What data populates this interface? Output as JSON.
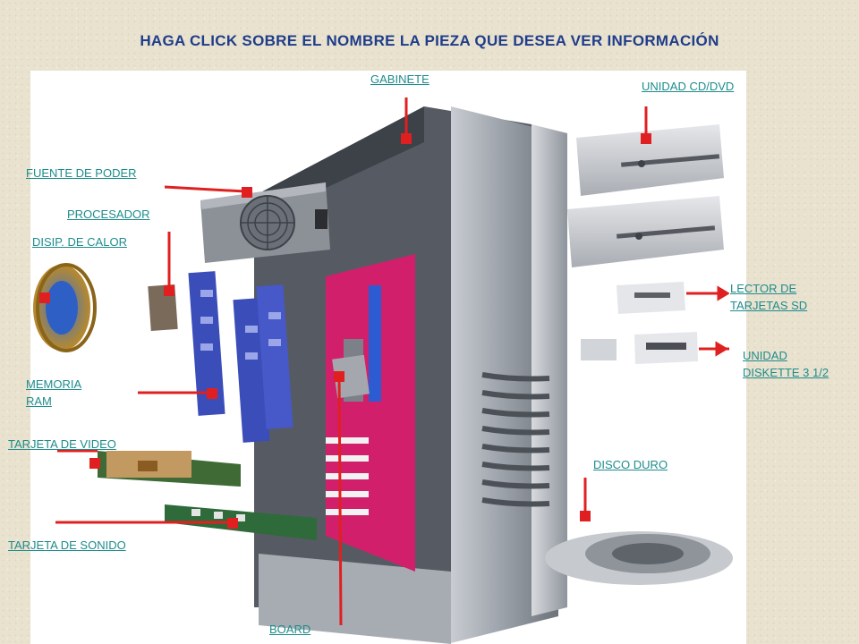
{
  "page": {
    "title": "HAGA CLICK SOBRE EL NOMBRE LA PIEZA QUE DESEA VER INFORMACIÓN"
  },
  "links": {
    "gabinete": "GABINETE",
    "unidad_cd": "UNIDAD CD/DVD",
    "fuente": "FUENTE DE PODER",
    "procesador": "PROCESADOR",
    "disipador": "DISIP. DE CALOR",
    "lector_1": "LECTOR DE",
    "lector_2": "TARJETAS SD",
    "diskette_1": "UNIDAD",
    "diskette_2": "DISKETTE 3 1/2",
    "memoria_1": "MEMORIA",
    "memoria_2": "RAM",
    "video": "TARJETA DE VIDEO",
    "disco": "DISCO DURO",
    "sonido": "TARJETA DE SONIDO",
    "board": "BOARD"
  },
  "colors": {
    "title": "#1f3d8a",
    "link": "#1e8c8c",
    "pointer": "#e02020",
    "board": "#d21f6b",
    "case": "#9aa0a8"
  }
}
